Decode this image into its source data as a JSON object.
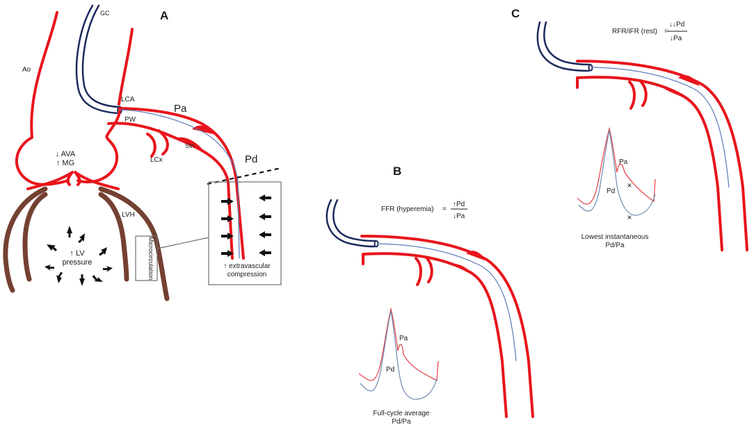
{
  "panels": {
    "a": {
      "letter": "A",
      "labels": {
        "gc": "GC",
        "ao": "Ao",
        "lca": "LCA",
        "pa": "Pa",
        "pw": "PW",
        "stn": "Stn",
        "lcx": "LCx",
        "pd": "Pd",
        "ava": "↓ AVA",
        "mg": "↑ MG",
        "lvh": "LVH",
        "lv_line1": "↑ LV",
        "lv_line2": "pressure",
        "microcirculation": "Microcirculation",
        "compression_line1": "↑ extravascular",
        "compression_line2": "compression"
      }
    },
    "b": {
      "letter": "B",
      "formula_label": "FFR (hyperemia)",
      "equals": "=",
      "numerator": "↑Pd",
      "denominator": "↓Pa",
      "trace_pa": "Pa",
      "trace_pd": "Pd",
      "caption_line1": "Full-cycle average",
      "caption_line2": "Pd/Pa"
    },
    "c": {
      "letter": "C",
      "formula_label": "RFR/iFR (rest)",
      "equals": "=",
      "numerator": "↓↓Pd",
      "denominator": "↓Pa",
      "trace_pa": "Pa",
      "trace_pd": "Pd",
      "marker": "×",
      "caption_line1": "Lowest instantaneous",
      "caption_line2": "Pd/Pa"
    }
  },
  "colors": {
    "artery": "#e8141c",
    "guide_catheter": "#1b2a5c",
    "pressure_wire": "#5a7ab8",
    "myocardium": "#744032",
    "pa_trace": "#e23a40",
    "pd_trace": "#7890b8"
  }
}
